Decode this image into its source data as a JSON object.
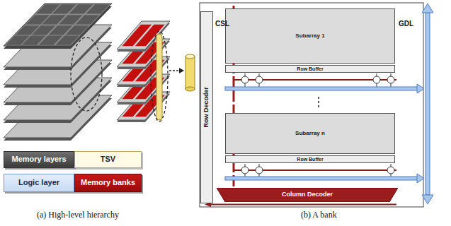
{
  "diagram": {
    "nodes": [
      {
        "text": [
          "Memory layers"
        ]
      },
      {
        "text": [
          "TSV"
        ]
      },
      {
        "text": [
          "Logic layer"
        ]
      },
      {
        "text": [
          "Memory banks"
        ]
      },
      {
        "text": [
          "Row Decoder"
        ]
      },
      {
        "text": [
          "Subarray 1"
        ]
      },
      {
        "text": [
          "Row Buffer"
        ]
      },
      {
        "text": [
          "Subarray n"
        ]
      },
      {
        "text": [
          "Row Buffer"
        ]
      },
      {
        "text": [
          "Column Decoder"
        ]
      }
    ],
    "labels": [
      "CSL",
      "GDL",
      "(a) High-level hierarchy",
      "(b) A bank"
    ]
  }
}
